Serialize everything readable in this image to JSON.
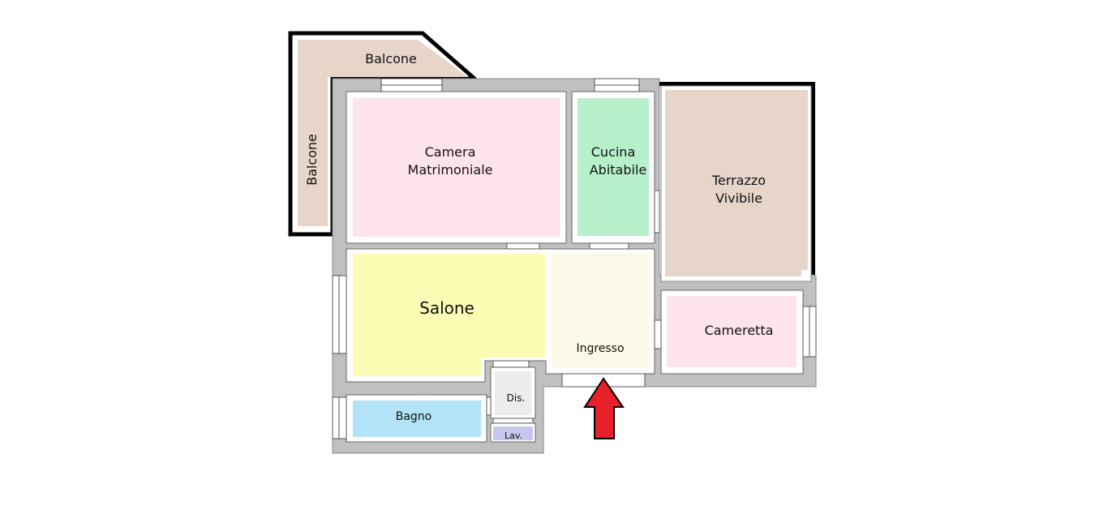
{
  "floorplan": {
    "rooms": {
      "balcone_top": {
        "label": "Balcone",
        "color": "#e8d5ca"
      },
      "balcone_side": {
        "label": "Balcone",
        "color": "#e8d5ca"
      },
      "camera": {
        "line1": "Camera",
        "line2": "Matrimoniale",
        "color": "#fde4ec"
      },
      "cucina": {
        "line1": "Cucina",
        "line2": "Abitabile",
        "color": "#b8f0cb"
      },
      "terrazzo": {
        "line1": "Terrazzo",
        "line2": "Vivibile",
        "color": "#e8d5ca"
      },
      "salone": {
        "label": "Salone",
        "color": "#fdfcb4"
      },
      "ingresso": {
        "label": "Ingresso",
        "color": "#fdf9e8"
      },
      "cameretta": {
        "label": "Cameretta",
        "color": "#fde4ec"
      },
      "bagno": {
        "label": "Bagno",
        "color": "#b3e3f8"
      },
      "disimpegno": {
        "label": "Dis.",
        "color": "#ececec"
      },
      "lavanderia": {
        "label": "Lav.",
        "color": "#c9c6ee"
      }
    },
    "wall_color": "#c0c0c0",
    "entrance_arrow": {
      "icon": "arrow-up-icon",
      "color": "#e8202a"
    }
  }
}
